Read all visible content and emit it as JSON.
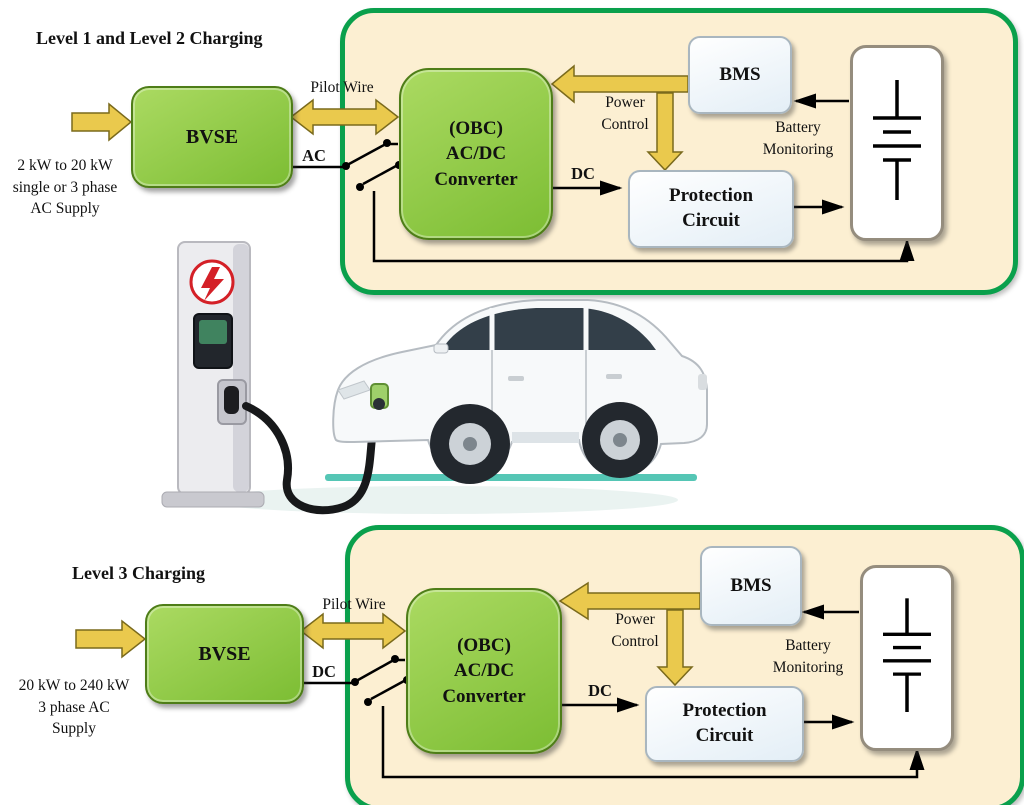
{
  "colors": {
    "panel_bg": "#fcefd2",
    "panel_border": "#0aa04c",
    "module_green": "#8dc63f",
    "module_green_border": "#4e7d18",
    "gold_arrow": "#eac94d",
    "light_box_bg": "#e3eef6",
    "station_logo_red": "#d42027",
    "ground_teal": "#55c6b5"
  },
  "level12": {
    "title": "Level 1 and Level 2 Charging",
    "supply": "2 kW to 20 kW\nsingle or 3 phase\nAC Supply",
    "pilot_wire": "Pilot Wire",
    "input_bus": "AC",
    "bvse": "BVSE",
    "obc": "(OBC)\nAC/DC\nConverter",
    "bms": "BMS",
    "power_control": "Power\nControl",
    "battery_monitoring": "Battery\nMonitoring",
    "dc_bus": "DC",
    "protection": "Protection\nCircuit"
  },
  "level3": {
    "title": "Level 3 Charging",
    "supply": "20 kW to 240 kW\n3 phase AC\nSupply",
    "pilot_wire": "Pilot Wire",
    "input_bus": "DC",
    "bvse": "BVSE",
    "obc": "(OBC)\nAC/DC\nConverter",
    "bms": "BMS",
    "power_control": "Power\nControl",
    "battery_monitoring": "Battery\nMonitoring",
    "dc_bus": "DC",
    "protection": "Protection\nCircuit"
  }
}
